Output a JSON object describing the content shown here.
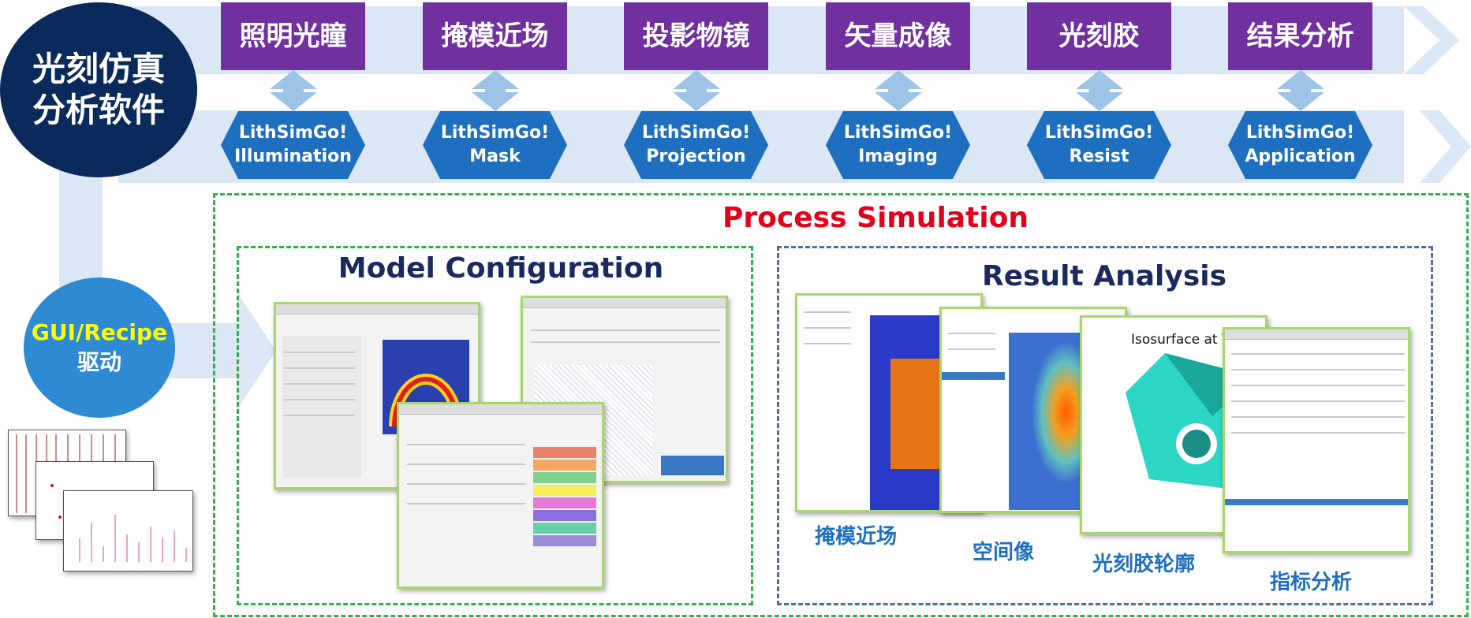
{
  "logo": {
    "line1": "光刻仿真",
    "line2": "分析软件"
  },
  "modules": [
    {
      "cn": "照明光瞳",
      "en1": "LithSimGo!",
      "en2": "Illumination"
    },
    {
      "cn": "掩模近场",
      "en1": "LithSimGo!",
      "en2": "Mask"
    },
    {
      "cn": "投影物镜",
      "en1": "LithSimGo!",
      "en2": "Projection"
    },
    {
      "cn": "矢量成像",
      "en1": "LithSimGo!",
      "en2": "Imaging"
    },
    {
      "cn": "光刻胶",
      "en1": "LithSimGo!",
      "en2": "Resist"
    },
    {
      "cn": "结果分析",
      "en1": "LithSimGo!",
      "en2": "Application"
    }
  ],
  "driver": {
    "line1": "GUI/Recipe",
    "line2": "驱动"
  },
  "process": {
    "title": "Process Simulation"
  },
  "model": {
    "title": "Model Configuration"
  },
  "result": {
    "title": "Result Analysis",
    "iso_label": "Isosurface at Value",
    "captions": [
      "掩模近场",
      "空间像",
      "光刻胶轮廓",
      "指标分析"
    ]
  },
  "colors": {
    "purple": "#7030a0",
    "blue": "#1f6fc0",
    "navy": "#0b2a5c",
    "red": "#e3001b",
    "yellow": "#ffff00"
  }
}
